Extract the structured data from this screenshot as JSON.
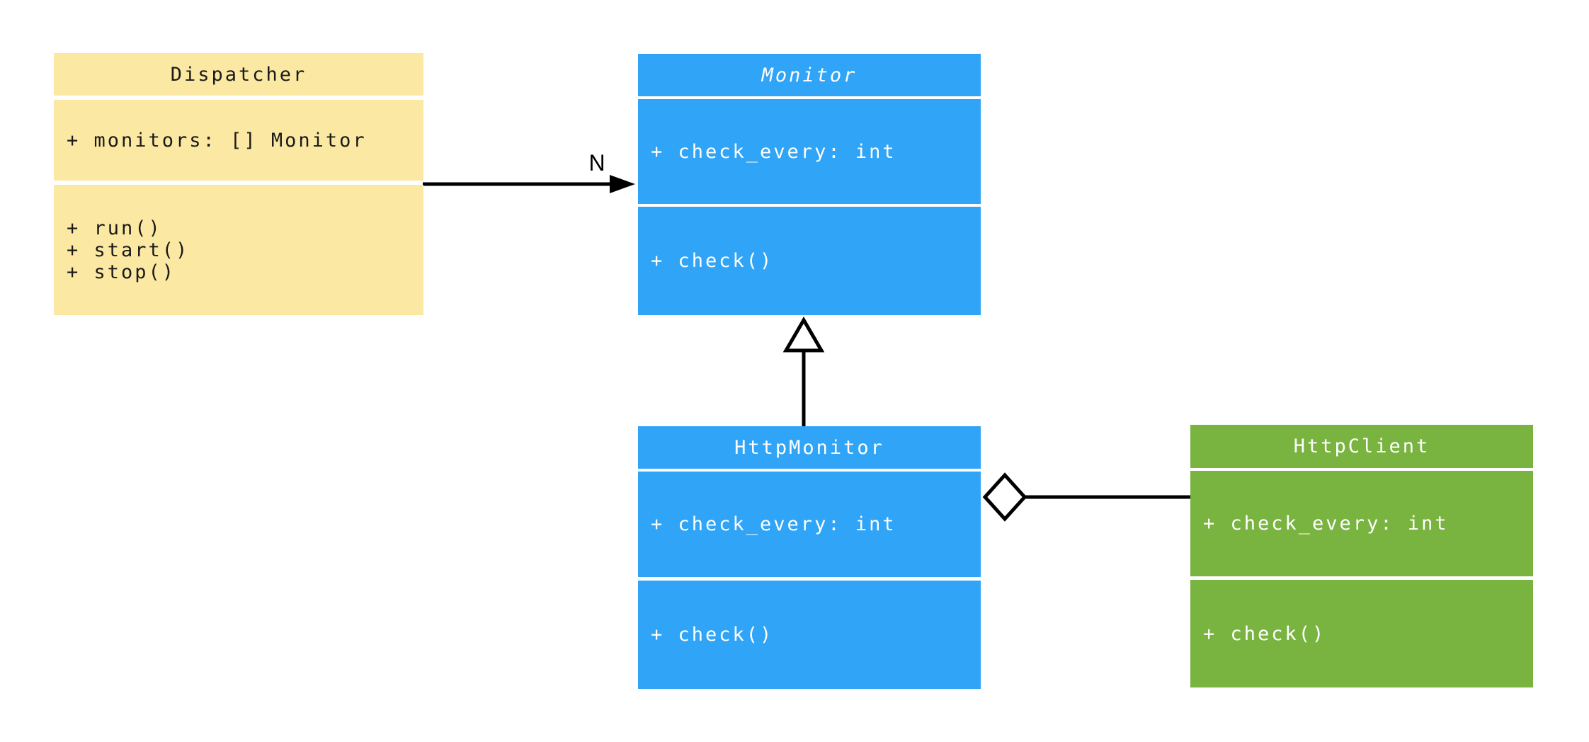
{
  "diagram": {
    "colors": {
      "line": "#000000",
      "background": "#FFFFFF"
    },
    "classes": [
      {
        "name": "Dispatcher",
        "abstract": false,
        "fill": "#FBE8A2",
        "text": "#1A1A1A",
        "attributes": [
          "+ monitors: [] Monitor"
        ],
        "methods": [
          "+ run()",
          "+ start()",
          "+ stop()"
        ]
      },
      {
        "name": "Monitor",
        "abstract": true,
        "fill": "#30A4F6",
        "text": "#FFFFFF",
        "attributes": [
          "+ check_every: int"
        ],
        "methods": [
          "+ check()"
        ]
      },
      {
        "name": "HttpMonitor",
        "abstract": false,
        "fill": "#30A4F6",
        "text": "#FFFFFF",
        "attributes": [
          "+ check_every: int"
        ],
        "methods": [
          "+ check()"
        ]
      },
      {
        "name": "HttpClient",
        "abstract": false,
        "fill": "#7AB440",
        "text": "#FFFFFF",
        "attributes": [
          "+ check_every: int"
        ],
        "methods": [
          "+ check()"
        ]
      }
    ],
    "relationships": [
      {
        "type": "association",
        "from": "Dispatcher",
        "to": "Monitor",
        "label": "N"
      },
      {
        "type": "inheritance",
        "from": "HttpMonitor",
        "to": "Monitor",
        "label": ""
      },
      {
        "type": "aggregation",
        "from": "HttpMonitor",
        "to": "HttpClient",
        "label": ""
      }
    ]
  }
}
